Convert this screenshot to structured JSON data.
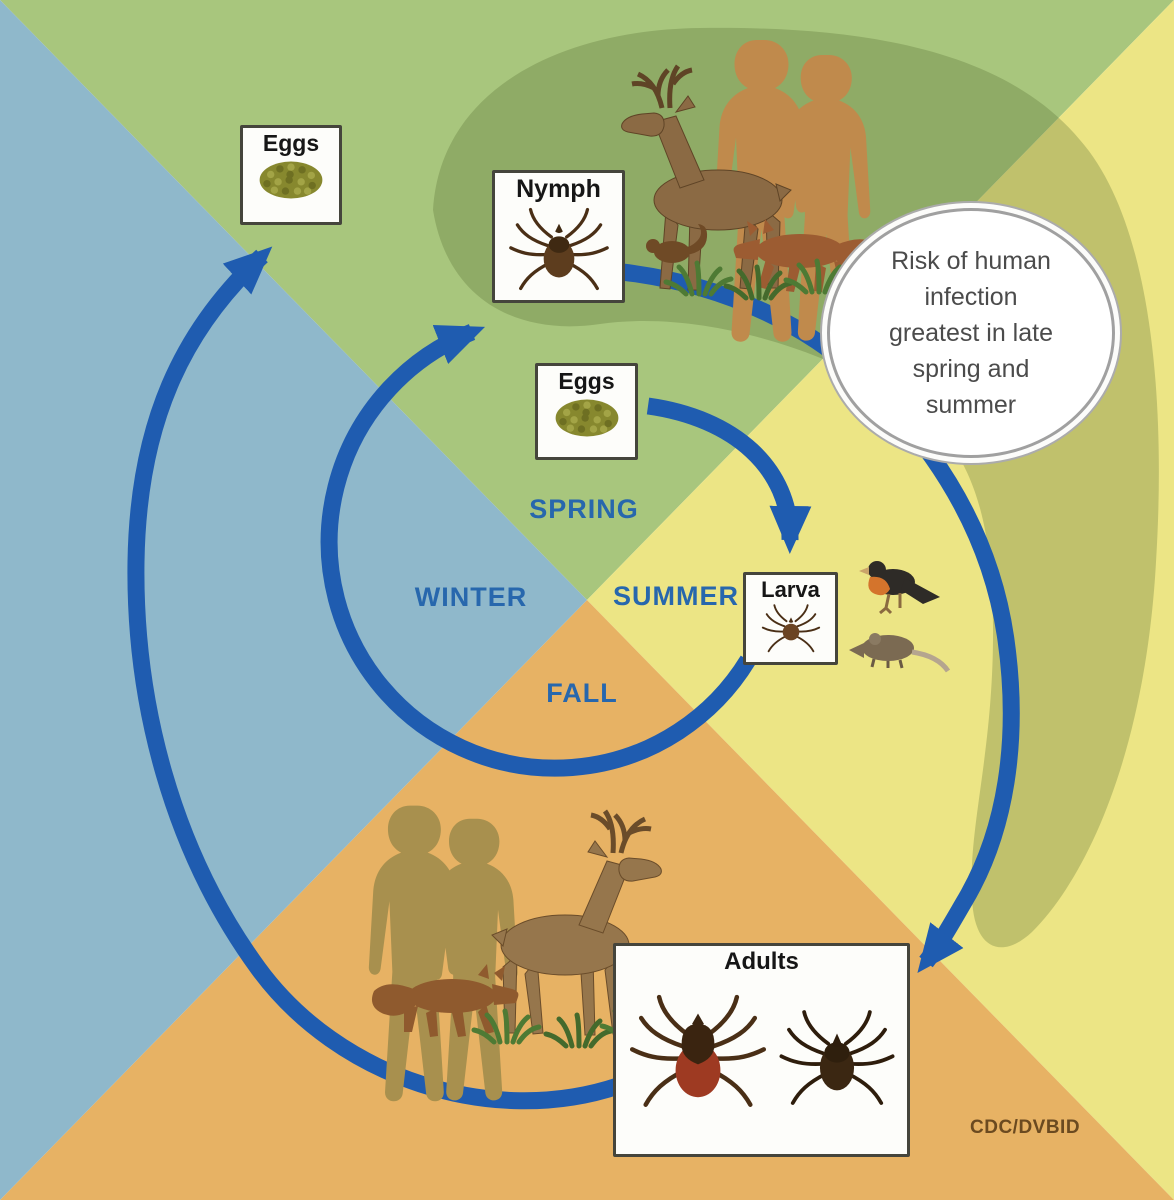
{
  "credit": "CDC/DVBID",
  "callout": {
    "text": "Risk of human infection greatest in late spring and summer"
  },
  "seasons": [
    {
      "name": "SPRING",
      "color": "#a8c67d"
    },
    {
      "name": "SUMMER",
      "color": "#ece585"
    },
    {
      "name": "FALL",
      "color": "#e7b264"
    },
    {
      "name": "WINTER",
      "color": "#8fb8cb"
    }
  ],
  "stages": [
    {
      "label": "Eggs",
      "icon": "egg-mass-icon"
    },
    {
      "label": "Nymph",
      "icon": "nymph-tick-icon"
    },
    {
      "label": "Eggs",
      "icon": "egg-mass-icon"
    },
    {
      "label": "Larva",
      "icon": "larva-tick-icon"
    },
    {
      "label": "Adults",
      "icon": "adult-ticks-icon"
    }
  ],
  "colors": {
    "arrow_blue": "#1f5cb0",
    "season_label_blue": "#2767ad",
    "credit_brown": "#6b4a20",
    "forest_overlay_green": "#87a25b",
    "box_border_gray": "#45453c"
  },
  "animals": [
    "deer",
    "humans",
    "fox",
    "squirrel",
    "bird",
    "mouse"
  ]
}
